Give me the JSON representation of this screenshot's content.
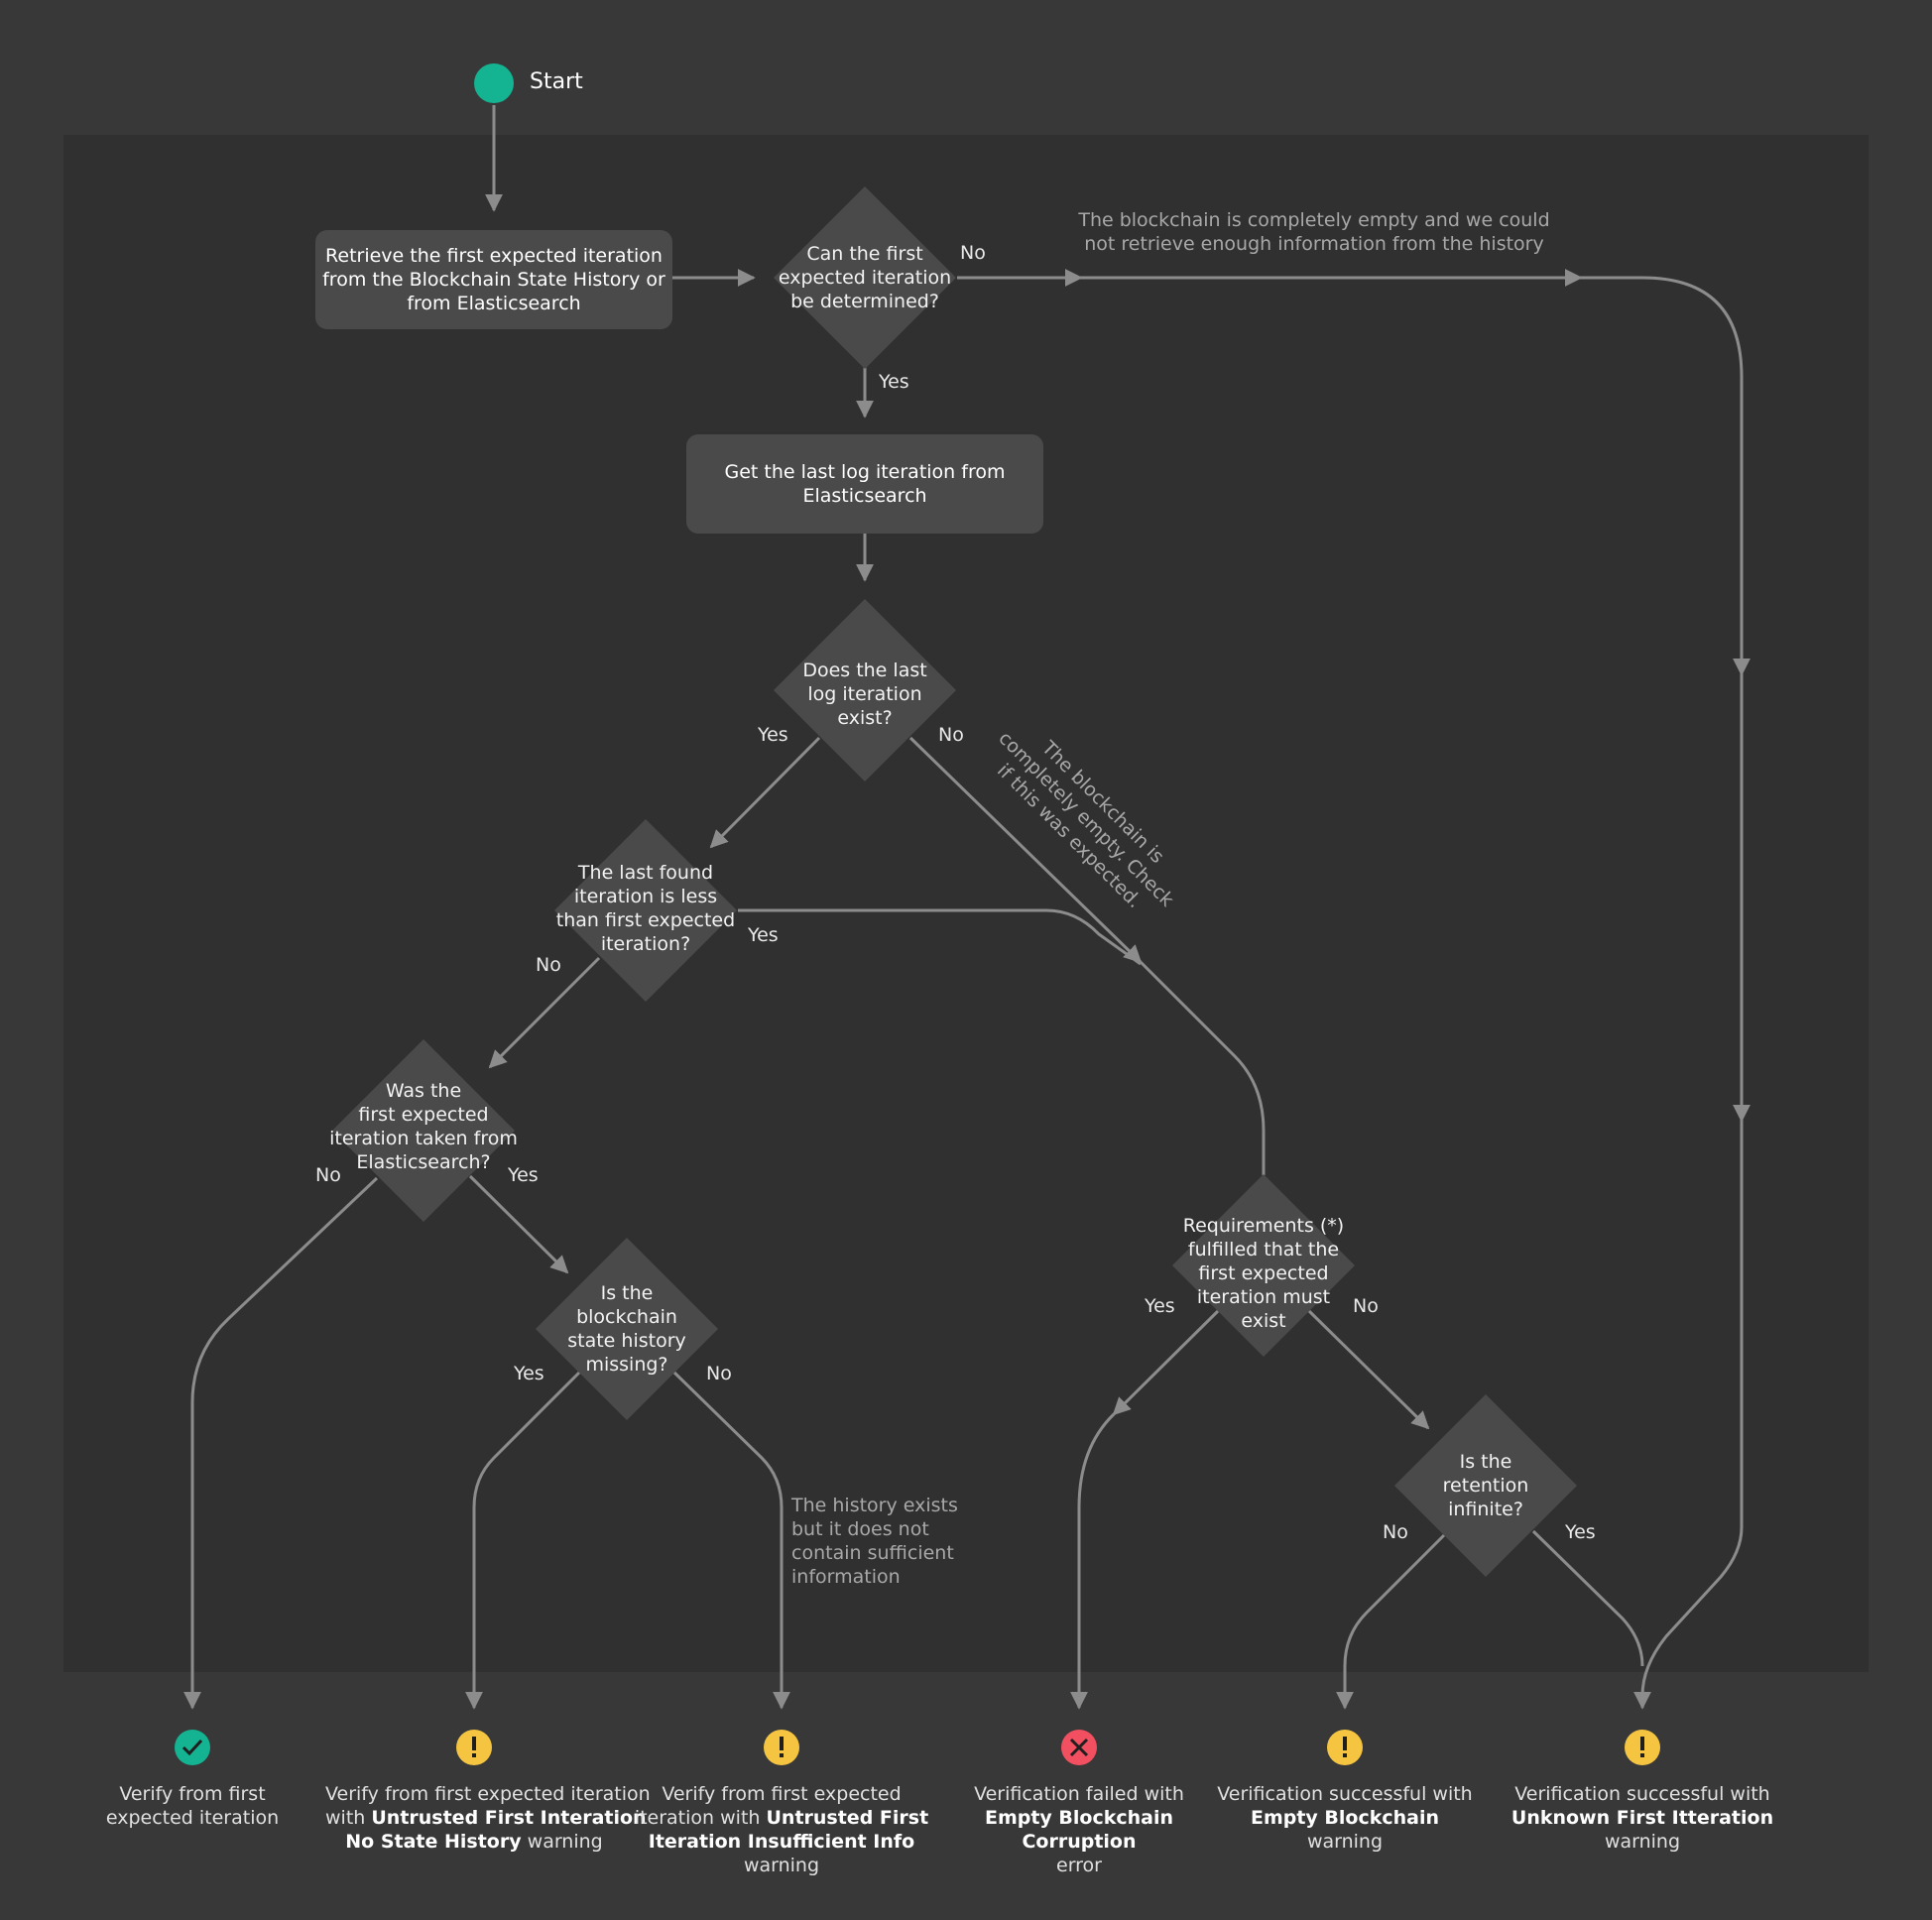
{
  "start": {
    "label": "Start"
  },
  "colors": {
    "background": "#383838",
    "panel": "#303030",
    "node": "#4a4a4a",
    "connector": "#8c8c8c",
    "start": "#14b392",
    "success": "#14b392",
    "warning": "#f5c542",
    "error": "#f25060"
  },
  "nodes": {
    "retrieve_first": "Retrieve the first expected iteration\nfrom the Blockchain State History or\nfrom Elasticsearch",
    "can_determine": "Can the first\nexpected iteration\nbe determined?",
    "get_last_log": "Get the last log iteration from\nElasticsearch",
    "last_log_exist": "Does the last\nlog iteration\nexist?",
    "last_less_than_first": "The last found\niteration is less\nthan first expected\niteration?",
    "taken_from_es": "Was the\nfirst expected\niteration taken from\nElasticsearch?",
    "history_missing": "Is the\nblockchain\nstate history\nmissing?",
    "requirements": "Requirements (*)\nfulfilled that the\nfirst expected\niteration must\nexist",
    "retention_infinite": "Is the\nretention\ninfinite?"
  },
  "branch_labels": {
    "can_determine_no": "No",
    "can_determine_yes": "Yes",
    "last_exist_yes": "Yes",
    "last_exist_no": "No",
    "less_no": "No",
    "less_yes": "Yes",
    "es_no": "No",
    "es_yes": "Yes",
    "history_yes": "Yes",
    "history_no": "No",
    "req_yes": "Yes",
    "req_no": "No",
    "retention_no": "No",
    "retention_yes": "Yes"
  },
  "notes": {
    "empty_no_history": "The blockchain is completely empty and we could\nnot retrieve enough information from the history",
    "empty_check": "The blockchain is\ncompletely empty. Check\nif this was expected.",
    "history_insufficient": "The history exists\nbut it does not\ncontain sufficient\ninformation"
  },
  "outcomes": [
    {
      "icon": "check-icon",
      "status": "success",
      "lines": [
        [
          {
            "t": "Verify from first"
          }
        ],
        [
          {
            "t": "expected iteration"
          }
        ]
      ]
    },
    {
      "icon": "warning-icon",
      "status": "warning",
      "lines": [
        [
          {
            "t": "Verify from first expected iteration"
          }
        ],
        [
          {
            "t": "with "
          },
          {
            "t": "Untrusted First Interation",
            "b": true
          }
        ],
        [
          {
            "t": "No State History",
            "b": true
          },
          {
            "t": " warning"
          }
        ]
      ]
    },
    {
      "icon": "warning-icon",
      "status": "warning",
      "lines": [
        [
          {
            "t": "Verify from first expected"
          }
        ],
        [
          {
            "t": "iteration with "
          },
          {
            "t": "Untrusted First",
            "b": true
          }
        ],
        [
          {
            "t": "Iteration Insufficient Info",
            "b": true
          }
        ],
        [
          {
            "t": "warning"
          }
        ]
      ]
    },
    {
      "icon": "error-icon",
      "status": "error",
      "lines": [
        [
          {
            "t": "Verification failed with"
          }
        ],
        [
          {
            "t": "Empty Blockchain",
            "b": true
          }
        ],
        [
          {
            "t": "Corruption",
            "b": true
          }
        ],
        [
          {
            "t": "error"
          }
        ]
      ]
    },
    {
      "icon": "warning-icon",
      "status": "warning",
      "lines": [
        [
          {
            "t": "Verification successful with"
          }
        ],
        [
          {
            "t": "Empty Blockchain",
            "b": true
          }
        ],
        [
          {
            "t": "warning"
          }
        ]
      ]
    },
    {
      "icon": "warning-icon",
      "status": "warning",
      "lines": [
        [
          {
            "t": "Verification successful with"
          }
        ],
        [
          {
            "t": "Unknown First Itteration",
            "b": true
          }
        ],
        [
          {
            "t": "warning"
          }
        ]
      ]
    }
  ]
}
